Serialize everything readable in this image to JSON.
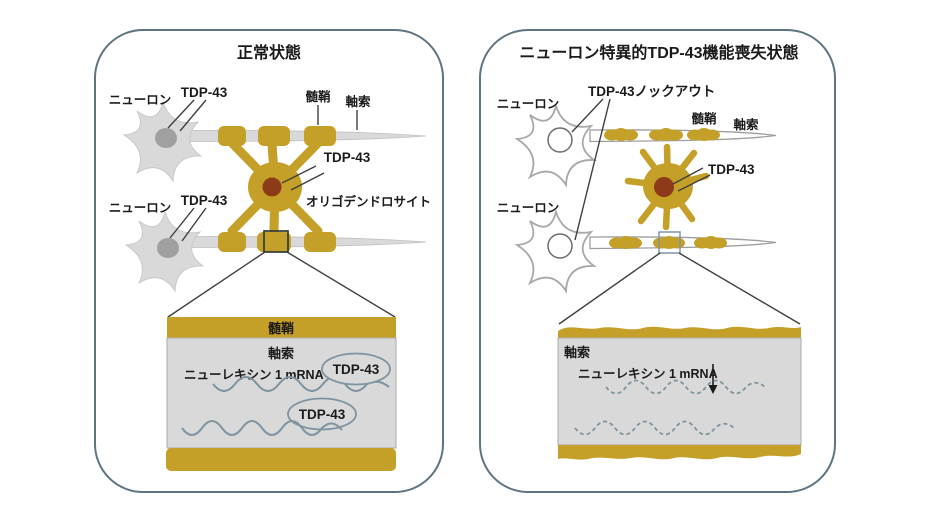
{
  "figure": {
    "type": "scientific-diagram",
    "topic": "TDP-43 / oligodendrocyte myelination schematic"
  },
  "colors": {
    "gold": "#C5A028",
    "nucleus_red": "#8C3A1A",
    "panel_border": "#5D7482",
    "neuron_gray_fill": "#D9D9D9",
    "neuron_gray_nucleus": "#A0A0A0",
    "outline_gray": "#9E9E9E",
    "inset_gray": "#D9D9D9",
    "wave_slate": "#7D93A0",
    "pointer_line": "#3F3F3F",
    "text": "#1A1A1A"
  },
  "left": {
    "title": "正常状態",
    "neuron1_label": "ニューロン",
    "neuron1_tdp43": "TDP-43",
    "myelin_label": "髄鞘",
    "axon_label": "軸索",
    "oligo_tdp43": "TDP-43",
    "oligo_label": "オリゴデンドロサイト",
    "neuron2_label": "ニューロン",
    "neuron2_tdp43": "TDP-43",
    "inset": {
      "myelin": "髄鞘",
      "axon": "軸索",
      "mrna": "ニューレキシン 1 mRNA",
      "tdp43_a": "TDP-43",
      "tdp43_b": "TDP-43"
    }
  },
  "right": {
    "title": "ニューロン特異的TDP-43機能喪失状態",
    "knockout_label": "TDP-43ノックアウト",
    "neuron1_label": "ニューロン",
    "myelin_label": "髄鞘",
    "axon_label": "軸索",
    "oligo_tdp43": "TDP-43",
    "neuron2_label": "ニューロン",
    "inset": {
      "axon": "軸索",
      "mrna": "ニューレキシン 1 mRNA"
    }
  }
}
